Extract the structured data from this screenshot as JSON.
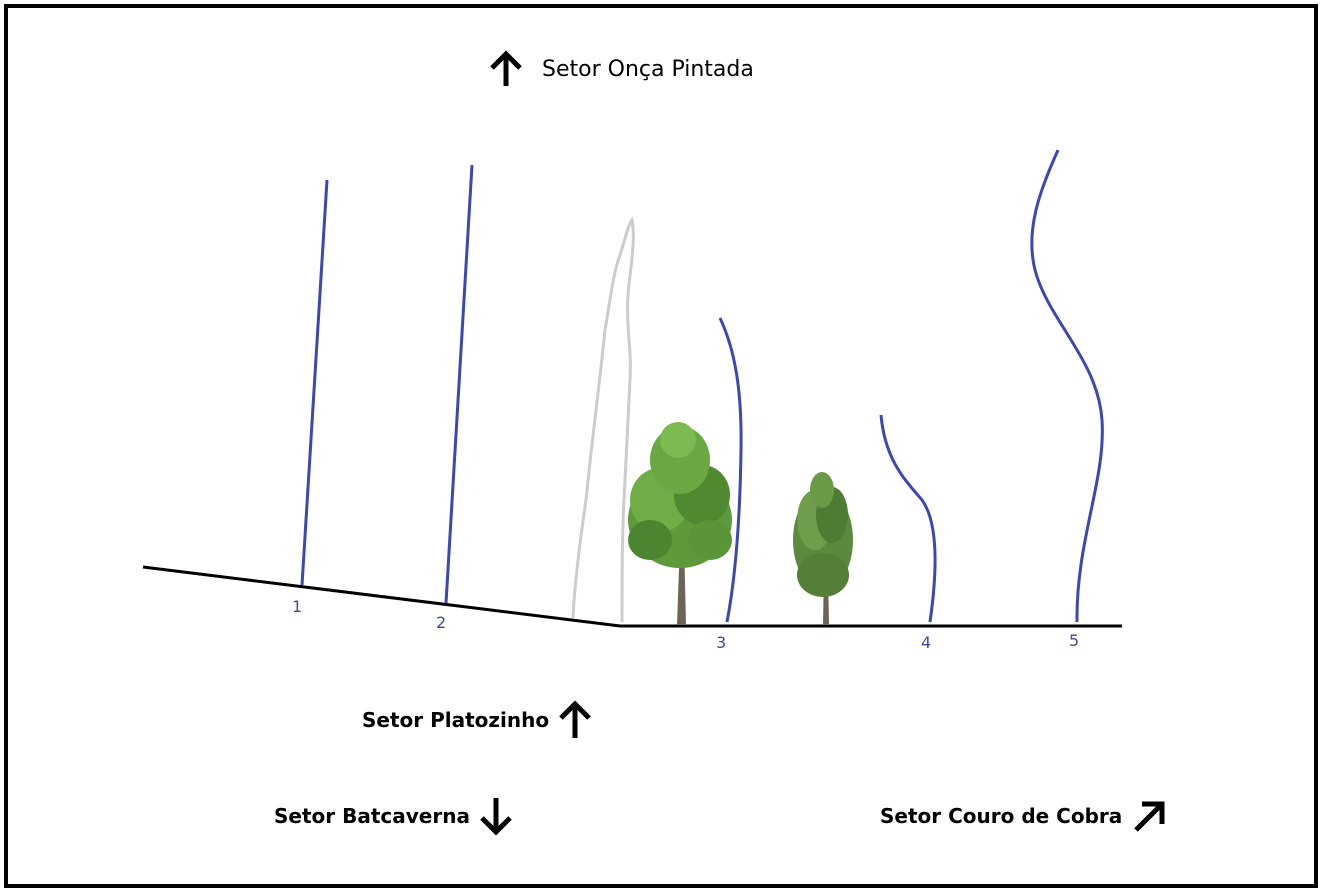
{
  "sectors": {
    "top": "Setor Onça Pintada",
    "platozinho": "Setor Platozinho",
    "batcaverna": "Setor Batcaverna",
    "couro": "Setor Couro de Cobra"
  },
  "routes": [
    "1",
    "2",
    "3",
    "4",
    "5"
  ],
  "colors": {
    "route_line": "#3d46b5",
    "ground": "#000000",
    "rock_outline": "#c8c8c8",
    "tree_foliage": "#5f9a3a"
  },
  "icons": {
    "top": "arrow-up-icon",
    "platozinho": "arrow-up-icon",
    "batcaverna": "arrow-down-icon",
    "couro": "arrow-up-right-icon"
  }
}
